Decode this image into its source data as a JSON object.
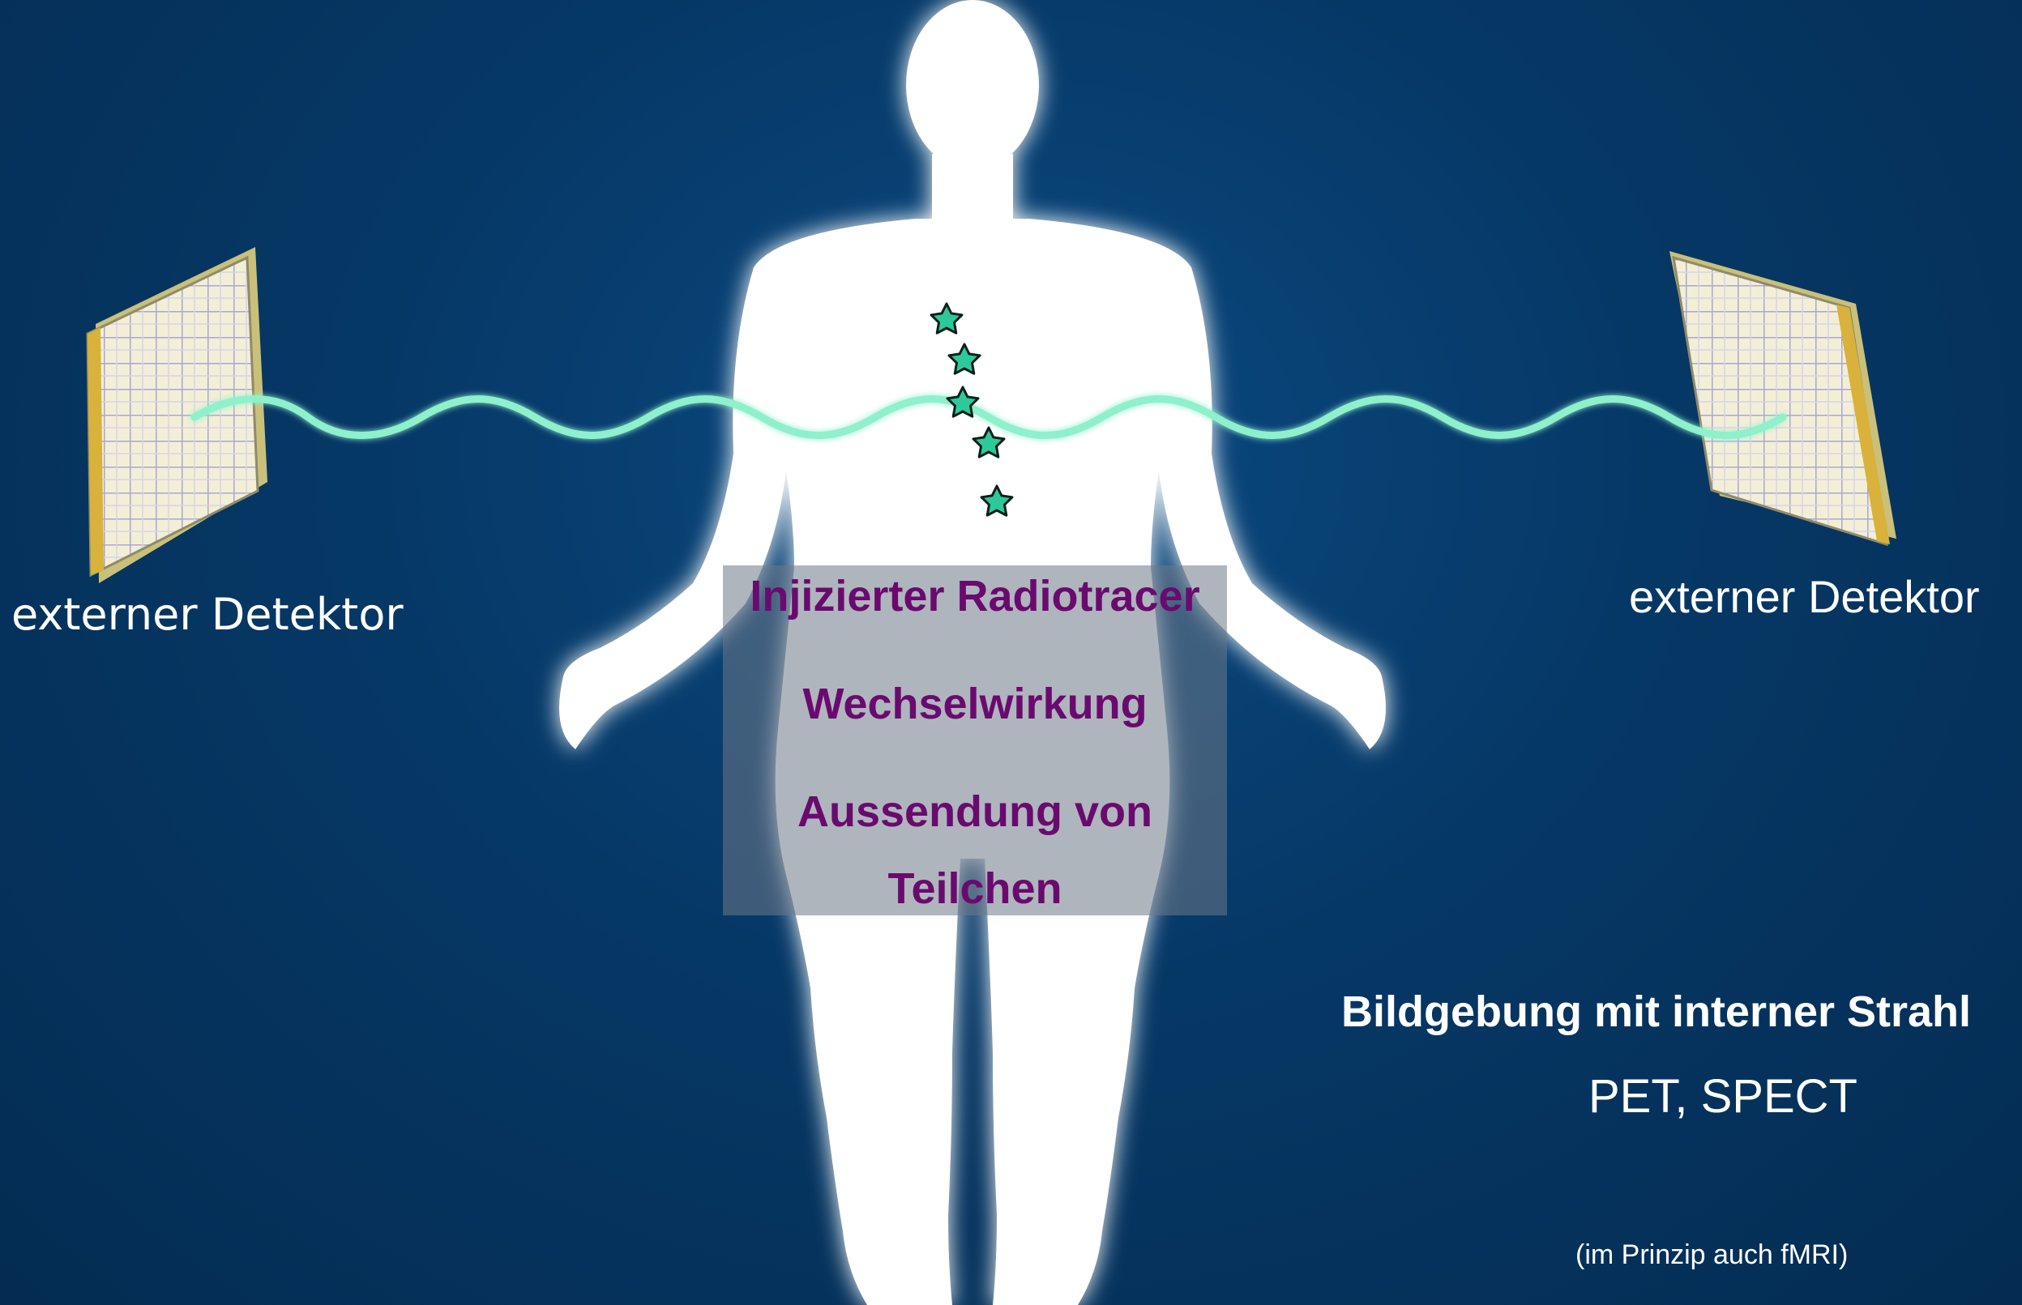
{
  "detector_left": {
    "label": "externer Detektor"
  },
  "detector_right": {
    "label": "externer Detektor"
  },
  "process_box": {
    "line1": "Injizierter Radiotracer",
    "line2": "Wechselwirkung",
    "line3": "Aussendung von",
    "line4": "Teilchen"
  },
  "caption": {
    "title": "Bildgebung mit interner Strahl",
    "subtitle": "PET, SPECT",
    "note": "(im Prinzip auch fMRI)"
  },
  "colors": {
    "background": "#063866",
    "wave": "#7fe8c2",
    "star_fill": "#2dc99a",
    "box_text": "#6a0a6e",
    "body": "#ffffff"
  },
  "icons": [
    "detector-panel-icon",
    "human-silhouette-icon",
    "radiotracer-star-icon",
    "gamma-wave-icon"
  ]
}
